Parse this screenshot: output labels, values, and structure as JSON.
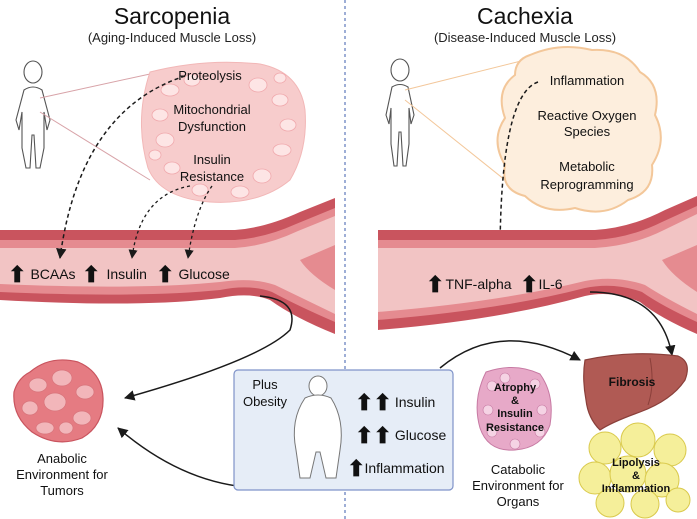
{
  "left": {
    "title": "Sarcopenia",
    "subtitle": "(Aging-Induced Muscle Loss)",
    "muscle_labels": [
      "Proteolysis",
      "Mitochondrial",
      "Dysfunction",
      "Insulin",
      "Resistance"
    ],
    "vessel_markers": [
      "BCAAs",
      "Insulin",
      "Glucose"
    ],
    "outcome_lines": [
      "Anabolic",
      "Environment for",
      "Tumors"
    ]
  },
  "right": {
    "title": "Cachexia",
    "subtitle": "(Disease-Induced Muscle Loss)",
    "cloud_labels": [
      "Inflammation",
      "Reactive Oxygen",
      "Species",
      "Metabolic",
      "Reprogramming"
    ],
    "vessel_markers": [
      "TNF-alpha",
      "IL-6"
    ],
    "organ_labels": {
      "fibrosis": "Fibrosis",
      "atrophy": [
        "Atrophy",
        "&",
        "Insulin",
        "Resistance"
      ],
      "lipolysis": [
        "Lipolysis",
        "&",
        "Inflammation"
      ]
    },
    "outcome_lines": [
      "Catabolic",
      "Environment for",
      "Organs"
    ]
  },
  "obesity": {
    "title_lines": [
      "Plus",
      "Obesity"
    ],
    "markers": [
      "Insulin",
      "Glucose",
      "Inflammation"
    ]
  },
  "colors": {
    "vessel_outer": "#c9545e",
    "vessel_inner": "#f2c4c4",
    "muscle_fill": "#f7cccc",
    "cloud_fill": "#fdeedd",
    "cloud_stroke": "#f3c79a",
    "obesity_box": "#e6edf7",
    "arrow": "#1a1a1a",
    "divider": "#7f93c9"
  }
}
